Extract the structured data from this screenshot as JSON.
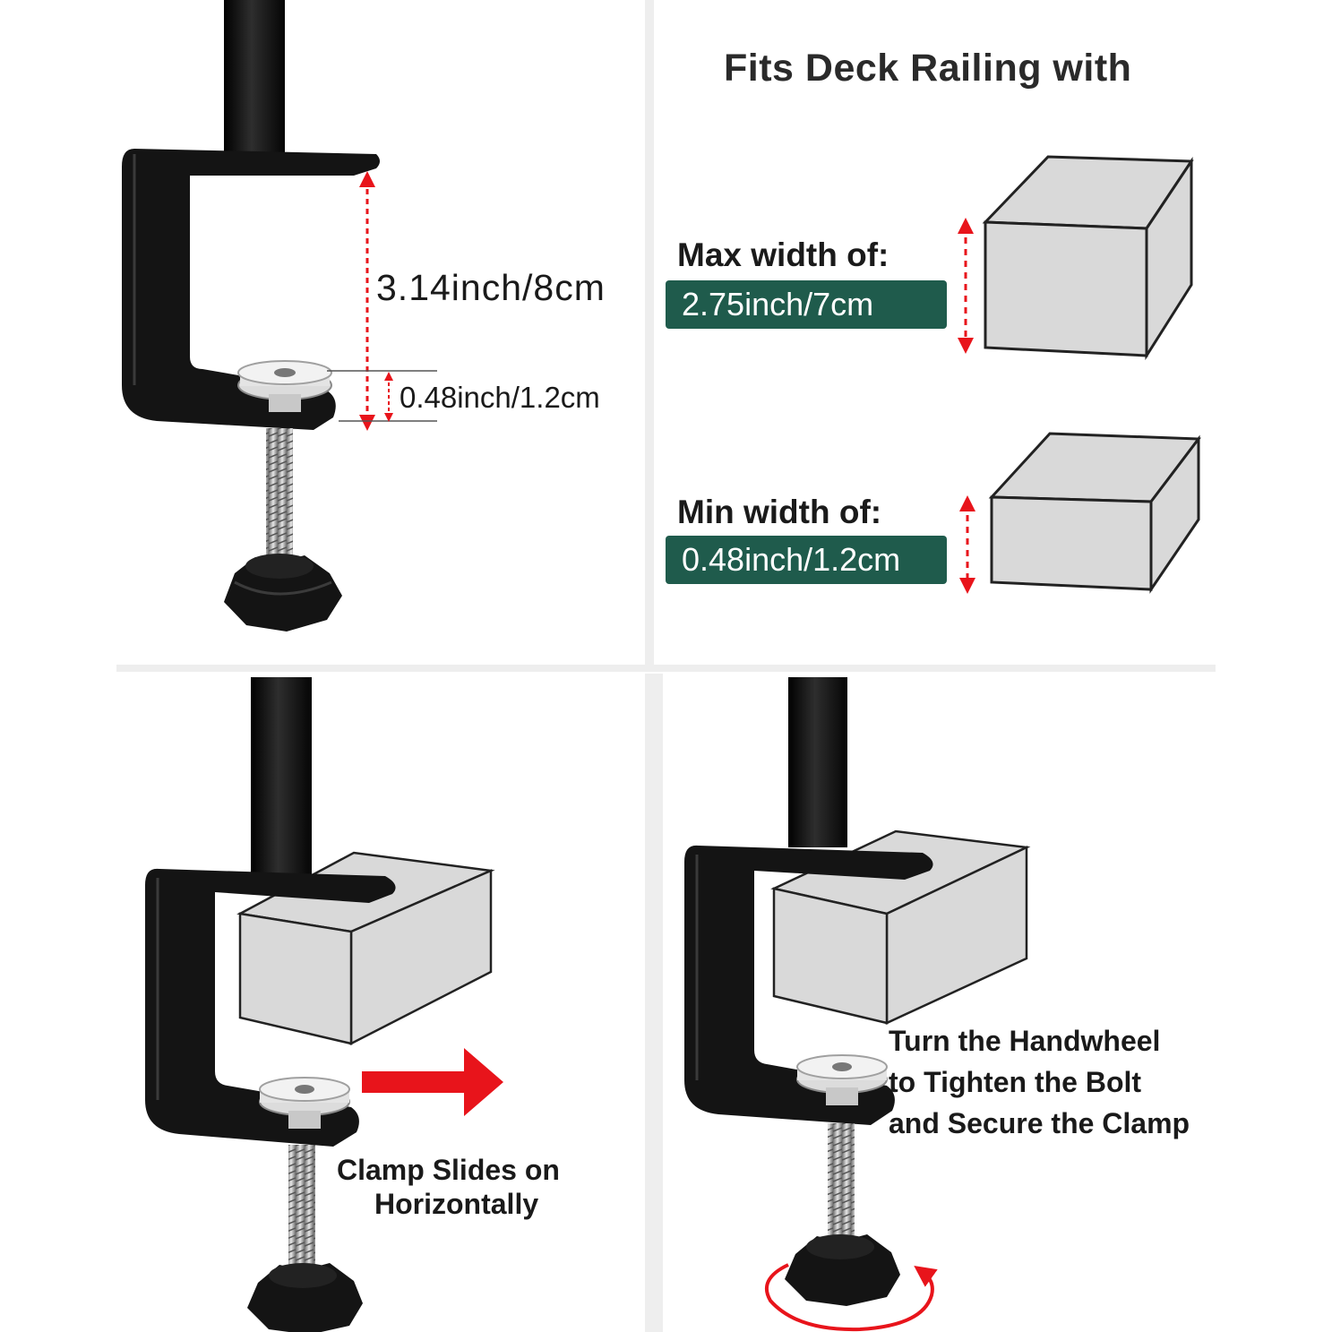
{
  "panel_top_left": {
    "gap_dimension": "3.14inch/8cm",
    "thickness_dimension": "0.48inch/1.2cm"
  },
  "panel_top_right": {
    "title": "Fits Deck Railing with",
    "max_label": "Max width of:",
    "max_value": "2.75inch/7cm",
    "min_label": "Min width of:",
    "min_value": "0.48inch/1.2cm"
  },
  "panel_bottom_left": {
    "caption_line1": "Clamp Slides on",
    "caption_line2": "Horizontally"
  },
  "panel_bottom_right": {
    "caption_line1": "Turn the Handwheel",
    "caption_line2": "to Tighten the Bolt",
    "caption_line3": "and Secure the Clamp"
  },
  "colors": {
    "badge_green": "#1f5b4c",
    "arrow_red": "#e8141b",
    "clamp_black": "#141414",
    "block_gray": "#d9d9d9"
  },
  "icons": [
    "clamp-icon",
    "bolt-icon",
    "handwheel-icon",
    "block-icon",
    "dimension-arrow-icon",
    "slide-arrow-icon",
    "rotate-arrow-icon"
  ]
}
